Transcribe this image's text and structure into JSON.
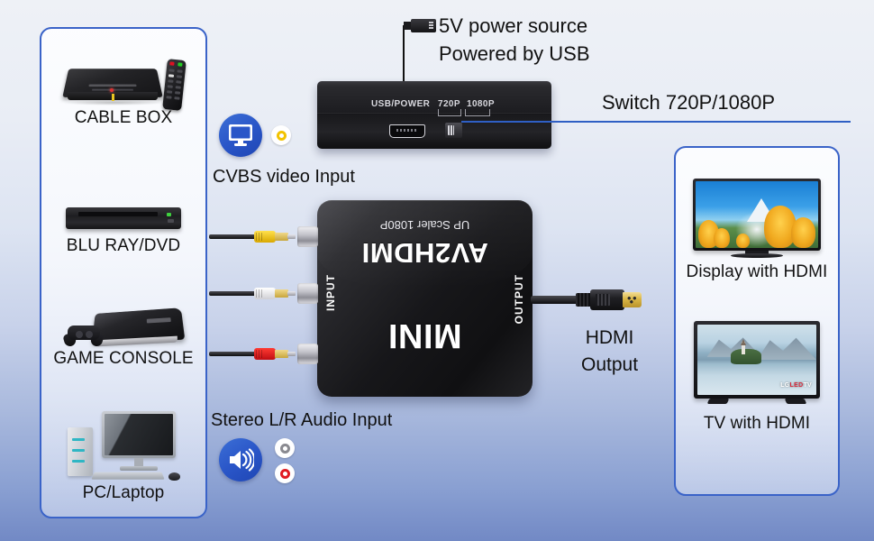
{
  "meta": {
    "accent_blue": "#3a63c8",
    "panel_border": "#3a63c8",
    "text_color": "#111111"
  },
  "left_panel": {
    "name": "source-devices",
    "items": [
      {
        "label": "CABLE BOX",
        "icon": "cable-box-icon"
      },
      {
        "label": "BLU RAY/DVD",
        "icon": "blu-ray-player-icon"
      },
      {
        "label": "GAME CONSOLE",
        "icon": "game-console-icon"
      },
      {
        "label": "PC/Laptop",
        "icon": "desktop-computer-icon"
      }
    ]
  },
  "right_panel": {
    "name": "output-displays",
    "items": [
      {
        "label": "Display with HDMI",
        "icon": "television-icon",
        "screen": "autumn trees and snowy mountain"
      },
      {
        "label": "TV with HDMI",
        "icon": "television-icon",
        "screen": "lake island church",
        "brand": "LG",
        "brand_mid": "LED",
        "brand_end": "TV"
      }
    ]
  },
  "converter": {
    "model": "AV2HDMI",
    "subtitle": "UP Scaler 1080P",
    "mini": "MINI",
    "input_label": "INPUT",
    "output_label": "OUTPUT"
  },
  "power_device": {
    "usb_label": "USB/POWER",
    "res_720": "720P",
    "res_1080": "1080P"
  },
  "annotations": {
    "power_line1": "5V power source",
    "power_line2": "Powered by USB",
    "switch": "Switch 720P/1080P",
    "cvbs": "CVBS video Input",
    "audio": "Stereo L/R Audio Input",
    "hdmi_line1": "HDMI",
    "hdmi_line2": "Output"
  },
  "icons": {
    "cvbs": "monitor-icon",
    "audio": "speaker-icon",
    "usb_plug": "usb-plug-icon",
    "rca_yellow": "rca-yellow-connector-icon",
    "rca_white": "rca-white-connector-icon",
    "rca_red": "rca-red-connector-icon",
    "hdmi": "hdmi-plug-icon"
  }
}
